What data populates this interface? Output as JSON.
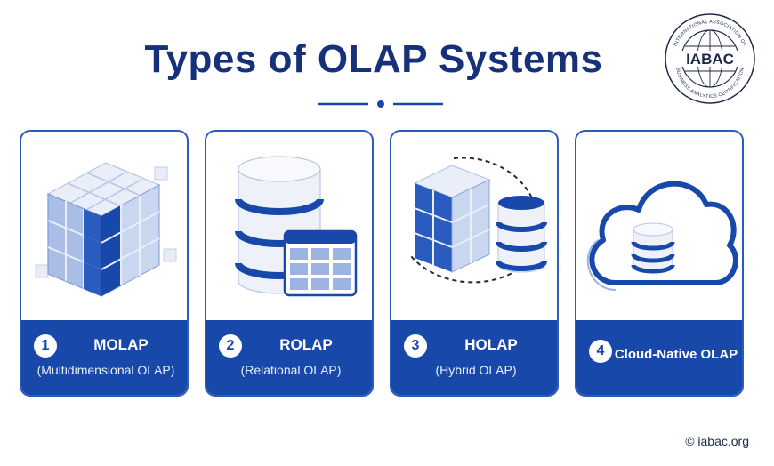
{
  "header": {
    "title": "Types of OLAP Systems"
  },
  "logo": {
    "icon": "iabac-globe-logo",
    "text": "IABAC",
    "ring_text": "INTERNATIONAL ASSOCIATION OF BUSINESS ANALYTICS CERTIFICATION"
  },
  "colors": {
    "primary": "#1848aa",
    "title": "#16307a",
    "light": "#9db4e3"
  },
  "cards": [
    {
      "number": "1",
      "name": "MOLAP",
      "subtitle": "(Multidimensional OLAP)",
      "icon": "cube-icon"
    },
    {
      "number": "2",
      "name": "ROLAP",
      "subtitle": "(Relational OLAP)",
      "icon": "database-table-icon"
    },
    {
      "number": "3",
      "name": "HOLAP",
      "subtitle": "(Hybrid OLAP)",
      "icon": "cube-database-icon"
    },
    {
      "number": "4",
      "name": "Cloud-Native OLAP",
      "subtitle": "",
      "icon": "cloud-database-icon"
    }
  ],
  "footer": {
    "copyright": "© iabac.org"
  }
}
